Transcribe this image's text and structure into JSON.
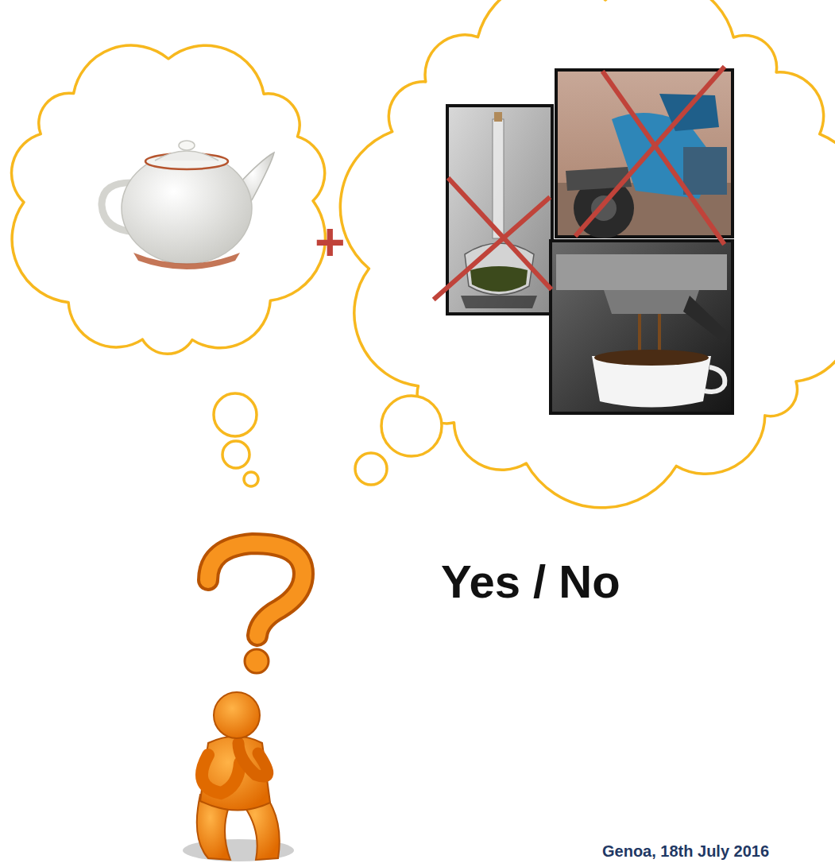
{
  "diagram": {
    "labels": [
      "+",
      "Yes / No",
      "Genoa, 18th July 2016"
    ]
  }
}
